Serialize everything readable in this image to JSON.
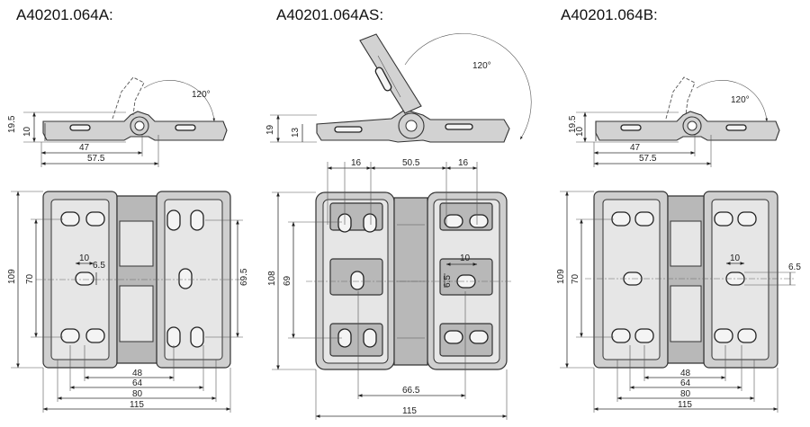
{
  "titles": {
    "a": "A40201.064A:",
    "as": "A40201.064AS:",
    "b": "A40201.064B:"
  },
  "side_views": {
    "a": {
      "angle": "120°",
      "h_total": "19.5",
      "h_inner": "10",
      "w1": "47",
      "w2": "57.5"
    },
    "as": {
      "angle": "120°",
      "h_total": "19",
      "h_inner": "13"
    },
    "b": {
      "angle": "120°",
      "h_total": "19.5",
      "h_inner": "10",
      "w1": "47",
      "w2": "57.5"
    }
  },
  "front_views": {
    "a": {
      "height": "109",
      "hole_pitch": "70",
      "hole_w": "10",
      "hole_h": "6.5",
      "right_pitch": "69.5",
      "b1": "48",
      "b2": "64",
      "b3": "80",
      "width": "115"
    },
    "as": {
      "top1": "16",
      "top_mid": "50.5",
      "top2": "16",
      "height": "108",
      "pitch": "69",
      "hole_w": "10",
      "hole_h": "6.5",
      "bottom": "66.5",
      "width": "115"
    },
    "b": {
      "height": "109",
      "hole_pitch": "70",
      "hole_w": "10",
      "hole_h": "6.5",
      "b1": "48",
      "b2": "64",
      "b3": "80",
      "width": "115"
    }
  }
}
